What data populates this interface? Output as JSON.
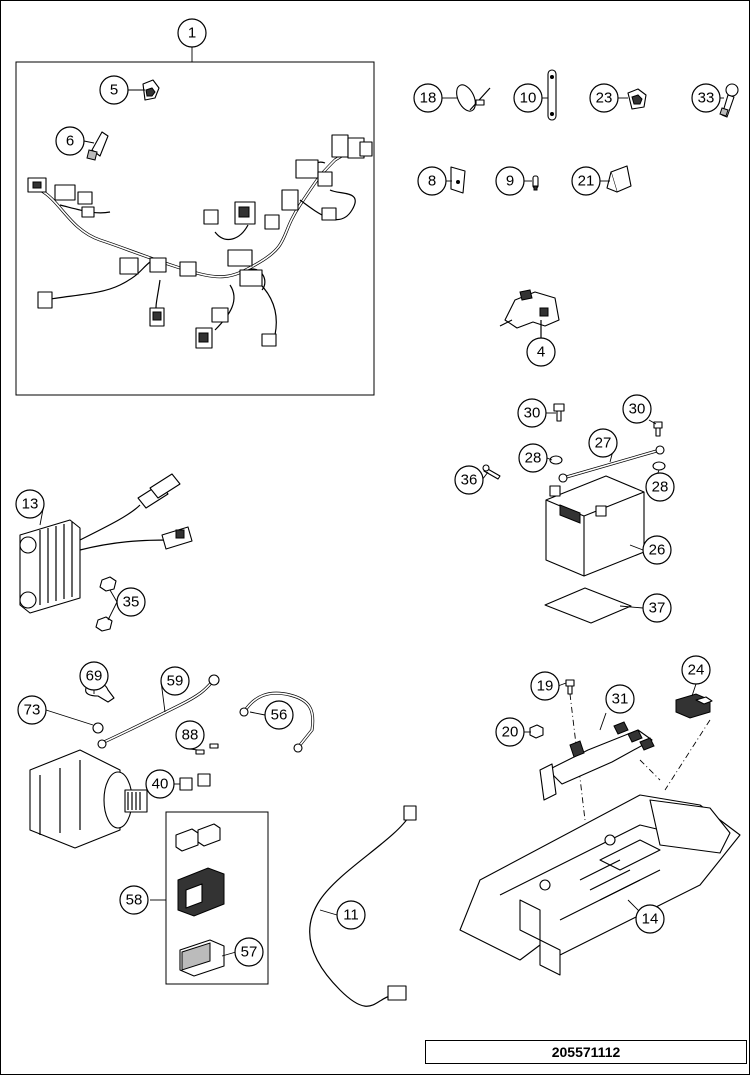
{
  "document_number": "205571112",
  "callouts": {
    "c1": "1",
    "c4": "4",
    "c5": "5",
    "c6": "6",
    "c8": "8",
    "c9": "9",
    "c10": "10",
    "c11": "11",
    "c13": "13",
    "c14": "14",
    "c18": "18",
    "c19": "19",
    "c20": "20",
    "c21": "21",
    "c23": "23",
    "c24": "24",
    "c26": "26",
    "c27": "27",
    "c28a": "28",
    "c28b": "28",
    "c30a": "30",
    "c30b": "30",
    "c31": "31",
    "c33": "33",
    "c35": "35",
    "c36": "36",
    "c37": "37",
    "c40": "40",
    "c56": "56",
    "c57": "57",
    "c58": "58",
    "c59": "59",
    "c69": "69",
    "c73": "73",
    "c88": "88"
  }
}
